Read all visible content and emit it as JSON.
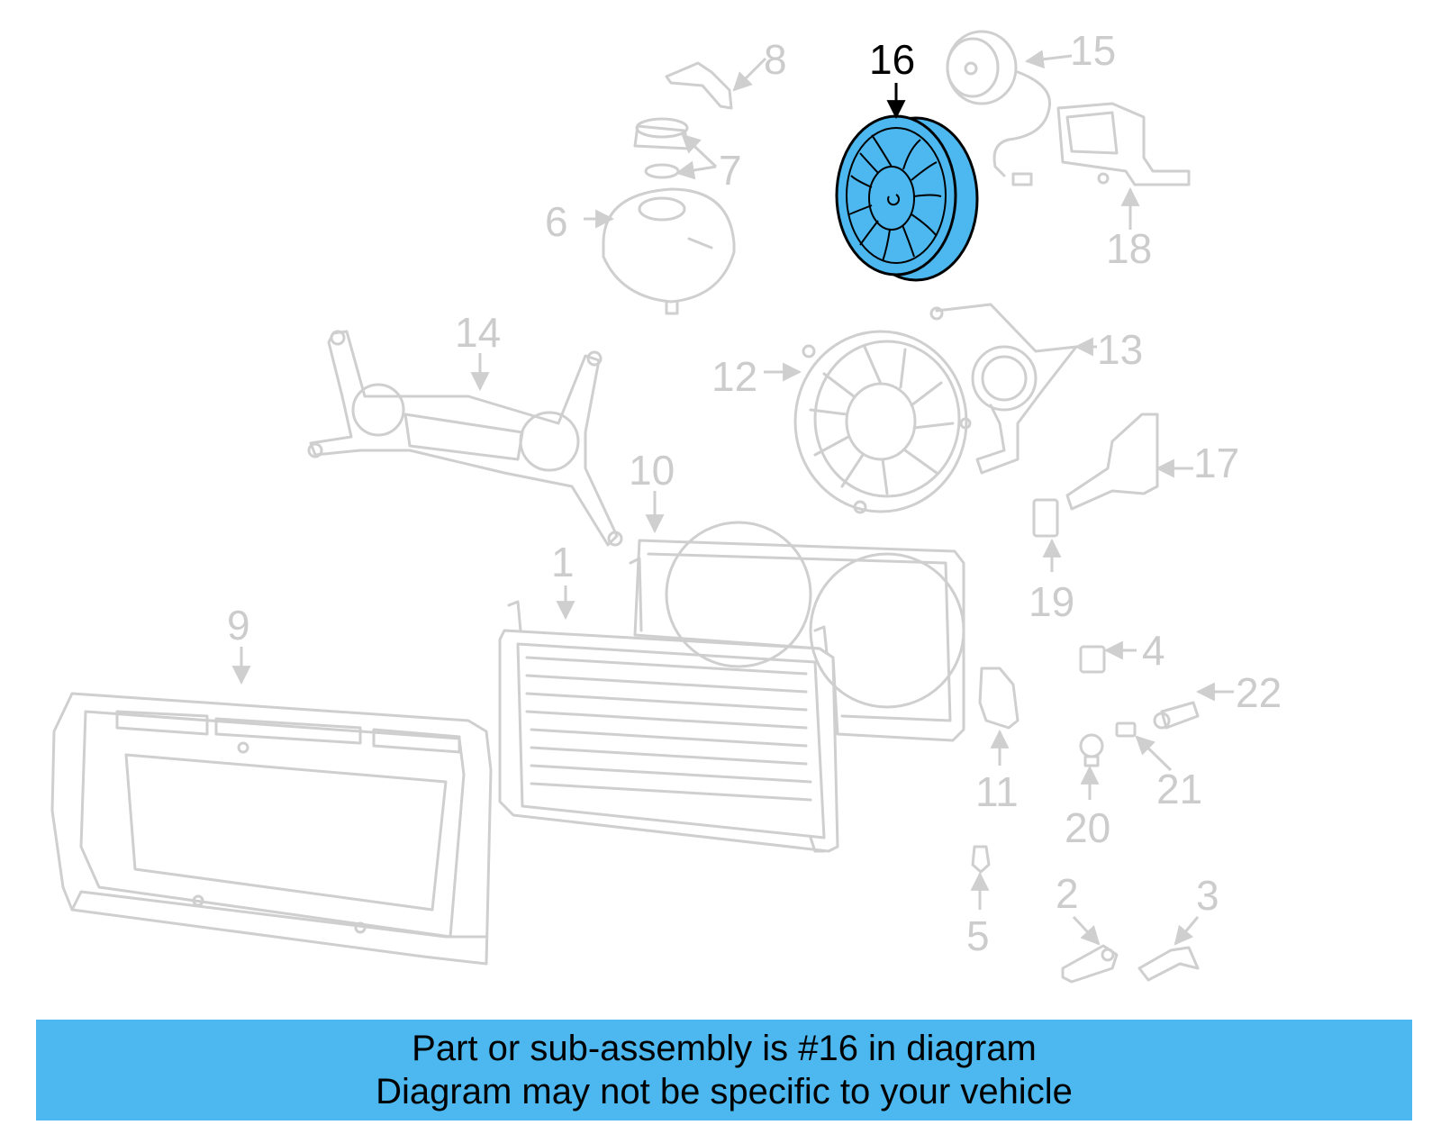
{
  "diagram": {
    "highlight_color": "#4cb8ef",
    "highlighted_part": "16",
    "callouts": {
      "p1": "1",
      "p2": "2",
      "p3": "3",
      "p4": "4",
      "p5": "5",
      "p6": "6",
      "p7": "7",
      "p8": "8",
      "p9": "9",
      "p10": "10",
      "p11": "11",
      "p12": "12",
      "p13": "13",
      "p14": "14",
      "p15": "15",
      "p16": "16",
      "p17": "17",
      "p18": "18",
      "p19": "19",
      "p20": "20",
      "p21": "21",
      "p22": "22"
    }
  },
  "banner": {
    "line1": "Part or sub-assembly is #16 in diagram",
    "line2": "Diagram may not be specific to your vehicle",
    "background": "#4cb8ef"
  }
}
